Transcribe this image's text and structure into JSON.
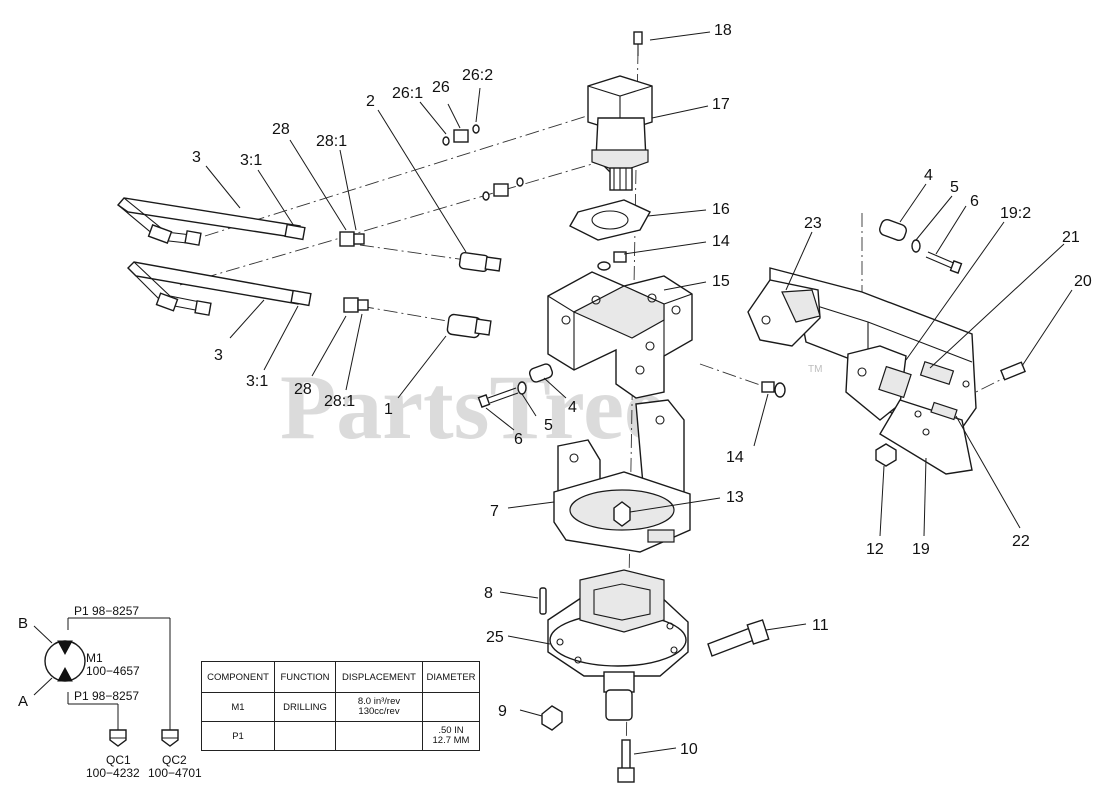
{
  "watermark": "PartsTree",
  "watermark_tm": "TM",
  "callouts": [
    "18",
    "17",
    "26:1",
    "26",
    "26:2",
    "2",
    "28",
    "28:1",
    "3",
    "3:1",
    "16",
    "14",
    "15",
    "4",
    "5",
    "6",
    "19:2",
    "23",
    "21",
    "20",
    "1",
    "28:1",
    "28",
    "3:1",
    "3",
    "4",
    "5",
    "6",
    "14",
    "7",
    "13",
    "12",
    "19",
    "22",
    "8",
    "11",
    "25",
    "9",
    "10"
  ],
  "schematic": {
    "label_b": "B",
    "label_a": "A",
    "top_line": "P1 98−8257",
    "bottom_line": "P1 98−8257",
    "motor_name": "M1",
    "motor_part": "100−4657",
    "qc1_name": "QC1",
    "qc1_part": "100−4232",
    "qc2_name": "QC2",
    "qc2_part": "100−4701"
  },
  "table": {
    "headers": [
      "COMPONENT",
      "FUNCTION",
      "DISPLACEMENT",
      "DIAMETER"
    ],
    "rows": [
      {
        "component": "M1",
        "function": "DRILLING",
        "displacement_1": "8.0 in³/rev",
        "displacement_2": "130cc/rev",
        "diameter_1": "",
        "diameter_2": ""
      },
      {
        "component": "P1",
        "function": "",
        "displacement_1": "",
        "displacement_2": "",
        "diameter_1": ".50 IN",
        "diameter_2": "12.7 MM"
      }
    ]
  }
}
